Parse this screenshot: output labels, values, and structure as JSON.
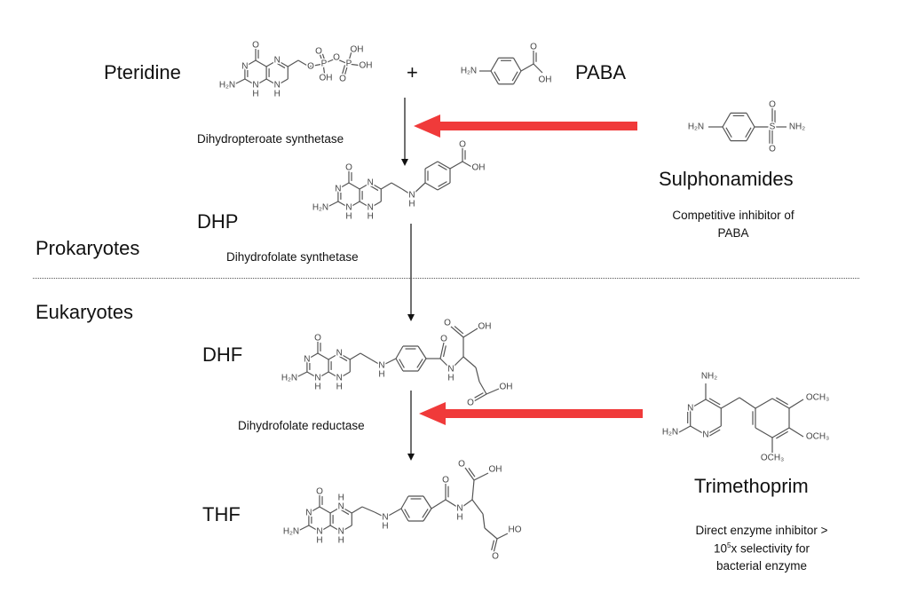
{
  "labels": {
    "pteridine": "Pteridine",
    "plus": "+",
    "paba": "PABA",
    "dihydropteroate_synthetase": "Dihydropteroate synthetase",
    "sulphonamides": "Sulphonamides",
    "sulphonamides_note_1": "Competitive inhibitor of",
    "sulphonamides_note_2": "PABA",
    "dhp": "DHP",
    "prokaryotes": "Prokaryotes",
    "dihydrofolate_synthetase": "Dihydrofolate synthetase",
    "eukaryotes": "Eukaryotes",
    "dhf": "DHF",
    "dihydrofolate_reductase": "Dihydrofolate reductase",
    "trimethoprim": "Trimethoprim",
    "trimethoprim_note_1": "Direct enzyme inhibitor >",
    "trimethoprim_note_2a": "10",
    "trimethoprim_note_2sup": "5",
    "trimethoprim_note_2b": "x selectivity for",
    "trimethoprim_note_3": "bacterial enzyme",
    "thf": "THF"
  },
  "molecules": {
    "pteridine": [
      "O",
      "N",
      "H₂N",
      "N",
      "H",
      "N",
      "N",
      "H",
      "O",
      "P",
      "O",
      "OH",
      "O",
      "P",
      "OH",
      "O",
      "OH"
    ],
    "paba": [
      "H₂N",
      "O",
      "OH"
    ],
    "sulphonamide": [
      "H₂N",
      "S",
      "O",
      "O",
      "NH₂"
    ],
    "dhp": [
      "O",
      "N",
      "H₂N",
      "N",
      "H",
      "N",
      "N",
      "H",
      "N",
      "H",
      "O",
      "OH"
    ],
    "dhf": [
      "O",
      "N",
      "H₂N",
      "N",
      "H",
      "N",
      "N",
      "H",
      "N",
      "H",
      "O",
      "N",
      "H",
      "O",
      "OH",
      "O",
      "OH"
    ],
    "thf": [
      "O",
      "N",
      "H₂N",
      "N",
      "H",
      "N",
      "H",
      "N",
      "H",
      "N",
      "H",
      "O",
      "N",
      "H",
      "O",
      "OH",
      "O",
      "HO"
    ],
    "trimethoprim": [
      "NH₂",
      "N",
      "N",
      "H₂N",
      "OCH₃",
      "OCH₃",
      "OCH₃"
    ]
  },
  "colors": {
    "inhibition_arrow": "#f03a3a",
    "reaction_arrow": "#111111"
  }
}
